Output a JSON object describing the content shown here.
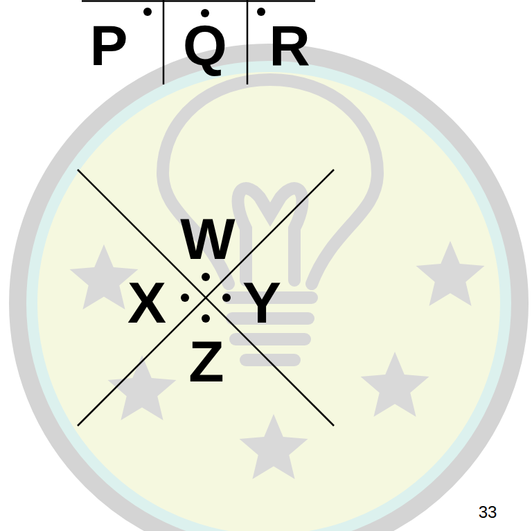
{
  "diagram": {
    "labels": [
      "P",
      "Q",
      "R",
      "W",
      "X",
      "Y",
      "Z",
      "33"
    ]
  }
}
